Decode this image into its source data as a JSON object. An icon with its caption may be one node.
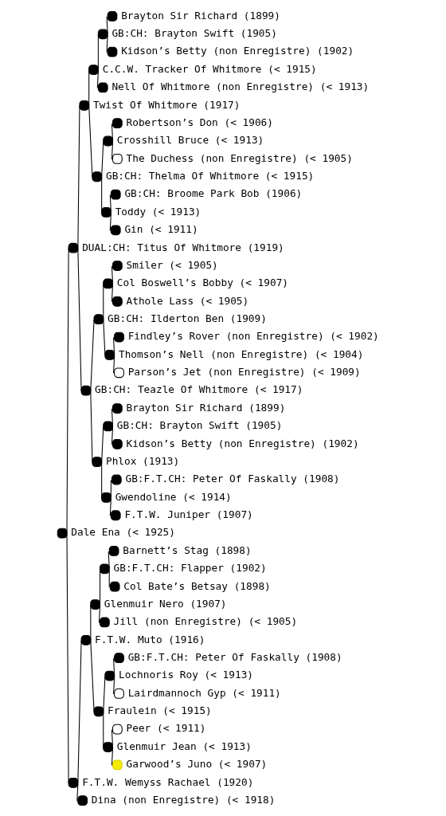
{
  "diagram": {
    "nodes": [
      {
        "text": [
          "Brayton Sir Richard (1899)"
        ]
      },
      {
        "text": [
          "GB:CH: Brayton Swift (1905)"
        ]
      },
      {
        "text": [
          "Kidson’s Betty (non Enregistre) (1902)"
        ]
      },
      {
        "text": [
          "C.C.W. Tracker Of Whitmore (< 1915)"
        ]
      },
      {
        "text": [
          "Nell Of Whitmore (non Enregistre) (< 1913)"
        ]
      },
      {
        "text": [
          "Twist Of Whitmore (1917)"
        ]
      },
      {
        "text": [
          "Robertson’s Don (< 1906)"
        ]
      },
      {
        "text": [
          "Crosshill Bruce (< 1913)"
        ]
      },
      {
        "text": [
          "The Duchess (non Enregistre) (< 1905)"
        ]
      },
      {
        "text": [
          "GB:CH: Thelma Of Whitmore (< 1915)"
        ]
      },
      {
        "text": [
          "GB:CH: Broome Park Bob (1906)"
        ]
      },
      {
        "text": [
          "Toddy (< 1913)"
        ]
      },
      {
        "text": [
          "Gin (< 1911)"
        ]
      },
      {
        "text": [
          "DUAL:CH: Titus Of Whitmore (1919)"
        ]
      },
      {
        "text": [
          "Smiler (< 1905)"
        ]
      },
      {
        "text": [
          "Col Boswell’s Bobby (< 1907)"
        ]
      },
      {
        "text": [
          "Athole Lass (< 1905)"
        ]
      },
      {
        "text": [
          "GB:CH: Ilderton Ben (1909)"
        ]
      },
      {
        "text": [
          "Findley’s Rover (non Enregistre) (< 1902)"
        ]
      },
      {
        "text": [
          "Thomson’s Nell (non Enregistre) (< 1904)"
        ]
      },
      {
        "text": [
          "Parson’s Jet (non Enregistre) (< 1909)"
        ]
      },
      {
        "text": [
          "GB:CH: Teazle Of Whitmore (< 1917)"
        ]
      },
      {
        "text": [
          "Brayton Sir Richard (1899)"
        ]
      },
      {
        "text": [
          "GB:CH: Brayton Swift (1905)"
        ]
      },
      {
        "text": [
          "Kidson’s Betty (non Enregistre) (1902)"
        ]
      },
      {
        "text": [
          "Phlox (1913)"
        ]
      },
      {
        "text": [
          "GB:F.T.CH: Peter Of Faskally (1908)"
        ]
      },
      {
        "text": [
          "Gwendoline (< 1914)"
        ]
      },
      {
        "text": [
          "F.T.W. Juniper (1907)"
        ]
      },
      {
        "text": [
          "Dale Ena (< 1925)"
        ]
      },
      {
        "text": [
          "Barnett’s Stag (1898)"
        ]
      },
      {
        "text": [
          "GB:F.T.CH: Flapper (1902)"
        ]
      },
      {
        "text": [
          "Col Bate’s Betsay (1898)"
        ]
      },
      {
        "text": [
          "Glenmuir Nero (1907)"
        ]
      },
      {
        "text": [
          "Jill (non Enregistre) (< 1905)"
        ]
      },
      {
        "text": [
          "F.T.W. Muto (1916)"
        ]
      },
      {
        "text": [
          "GB:F.T.CH: Peter Of Faskally (1908)"
        ]
      },
      {
        "text": [
          "Lochnoris Roy (< 1913)"
        ]
      },
      {
        "text": [
          "Lairdmannoch Gyp (< 1911)"
        ]
      },
      {
        "text": [
          "Fraulein (< 1915)"
        ]
      },
      {
        "text": [
          "Peer (< 1911)"
        ]
      },
      {
        "text": [
          "Glenmuir Jean (< 1913)"
        ]
      },
      {
        "text": [
          "Garwood’s Juno (< 1907)"
        ]
      },
      {
        "text": [
          "F.T.W. Wemyss Rachael (1920)"
        ]
      },
      {
        "text": [
          "Dina (non Enregistre) (< 1918)"
        ]
      }
    ],
    "edges": [
      {
        "from": 0,
        "to": 1,
        "arrow": "none"
      },
      {
        "from": 1,
        "to": 2,
        "arrow": "none"
      },
      {
        "from": 1,
        "to": 3,
        "arrow": "none"
      },
      {
        "from": 3,
        "to": 4,
        "arrow": "none"
      },
      {
        "from": 3,
        "to": 5,
        "arrow": "none"
      },
      {
        "from": 5,
        "to": 9,
        "arrow": "none"
      },
      {
        "from": 5,
        "to": 13,
        "arrow": "none"
      },
      {
        "from": 6,
        "to": 7,
        "arrow": "none"
      },
      {
        "from": 7,
        "to": 8,
        "arrow": "none"
      },
      {
        "from": 7,
        "to": 9,
        "arrow": "none"
      },
      {
        "from": 9,
        "to": 11,
        "arrow": "none"
      },
      {
        "from": 10,
        "to": 11,
        "arrow": "none"
      },
      {
        "from": 11,
        "to": 12,
        "arrow": "none"
      },
      {
        "from": 13,
        "to": 21,
        "arrow": "none"
      },
      {
        "from": 13,
        "to": 29,
        "arrow": "none"
      },
      {
        "from": 14,
        "to": 15,
        "arrow": "none"
      },
      {
        "from": 15,
        "to": 16,
        "arrow": "none"
      },
      {
        "from": 15,
        "to": 17,
        "arrow": "none"
      },
      {
        "from": 17,
        "to": 19,
        "arrow": "none"
      },
      {
        "from": 17,
        "to": 21,
        "arrow": "none"
      },
      {
        "from": 18,
        "to": 19,
        "arrow": "none"
      },
      {
        "from": 19,
        "to": 20,
        "arrow": "none"
      },
      {
        "from": 21,
        "to": 25,
        "arrow": "none"
      },
      {
        "from": 22,
        "to": 23,
        "arrow": "none"
      },
      {
        "from": 23,
        "to": 24,
        "arrow": "none"
      },
      {
        "from": 23,
        "to": 25,
        "arrow": "none"
      },
      {
        "from": 25,
        "to": 27,
        "arrow": "none"
      },
      {
        "from": 26,
        "to": 27,
        "arrow": "none"
      },
      {
        "from": 27,
        "to": 28,
        "arrow": "none"
      },
      {
        "from": 29,
        "to": 43,
        "arrow": "none"
      },
      {
        "from": 30,
        "to": 31,
        "arrow": "none"
      },
      {
        "from": 31,
        "to": 32,
        "arrow": "none"
      },
      {
        "from": 31,
        "to": 33,
        "arrow": "none"
      },
      {
        "from": 33,
        "to": 34,
        "arrow": "none"
      },
      {
        "from": 33,
        "to": 35,
        "arrow": "none"
      },
      {
        "from": 35,
        "to": 39,
        "arrow": "none"
      },
      {
        "from": 35,
        "to": 43,
        "arrow": "none"
      },
      {
        "from": 36,
        "to": 37,
        "arrow": "none"
      },
      {
        "from": 37,
        "to": 38,
        "arrow": "none"
      },
      {
        "from": 37,
        "to": 39,
        "arrow": "none"
      },
      {
        "from": 39,
        "to": 41,
        "arrow": "none"
      },
      {
        "from": 40,
        "to": 41,
        "arrow": "none"
      },
      {
        "from": 41,
        "to": 42,
        "arrow": "none"
      },
      {
        "from": 43,
        "to": 44,
        "arrow": "none"
      }
    ]
  }
}
